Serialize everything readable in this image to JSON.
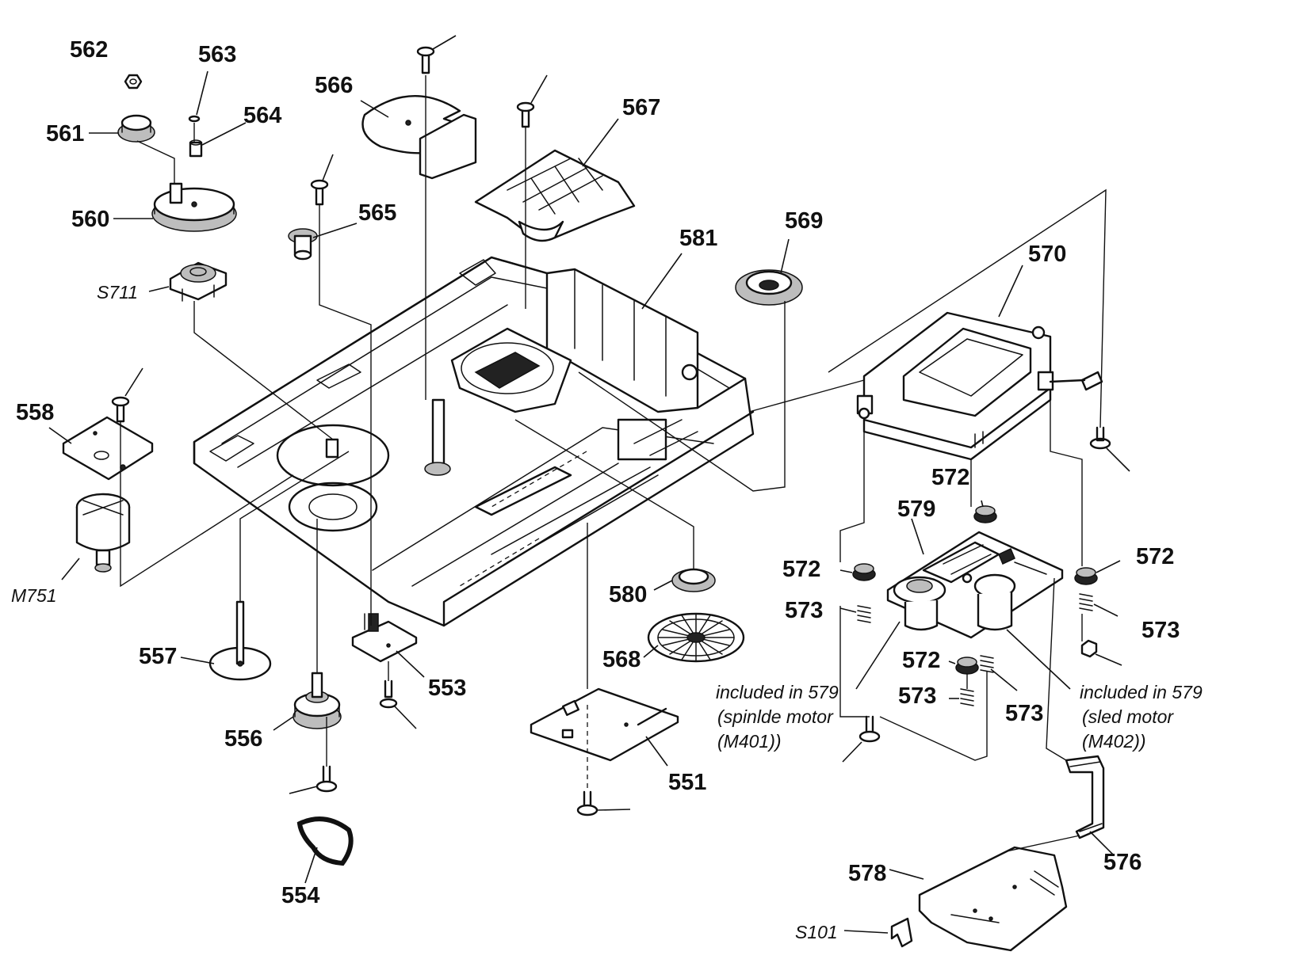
{
  "labels": {
    "p551": "551",
    "p553": "553",
    "p554": "554",
    "p556": "556",
    "p557": "557",
    "p558": "558",
    "p560": "560",
    "p561": "561",
    "p562": "562",
    "p563": "563",
    "p564": "564",
    "p565": "565",
    "p566": "566",
    "p567": "567",
    "p568": "568",
    "p569": "569",
    "p570": "570",
    "p572a": "572",
    "p572b": "572",
    "p572c": "572",
    "p572d": "572",
    "p573a": "573",
    "p573b": "573",
    "p573c": "573",
    "p573d": "573",
    "p576": "576",
    "p578": "578",
    "p579": "579",
    "p580": "580",
    "p581": "581",
    "s711": "S711",
    "m751": "M751",
    "s101": "S101"
  },
  "notes": {
    "spindle": [
      "included in 579",
      "(spinlde motor",
      "(M401))"
    ],
    "sled": [
      "included in 579",
      "(sled motor",
      "(M402))"
    ]
  }
}
